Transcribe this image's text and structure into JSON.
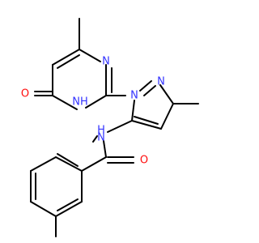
{
  "molecule": {
    "colors": {
      "bond": "#000000",
      "nitrogen": "#3333ff",
      "oxygen": "#ff0d0d"
    },
    "atoms": {
      "o1": "O",
      "n1": "N",
      "nh1": "NH",
      "n2": "N",
      "n3": "N",
      "nh2": "H",
      "nh2_n": "N",
      "o2": "O"
    }
  }
}
